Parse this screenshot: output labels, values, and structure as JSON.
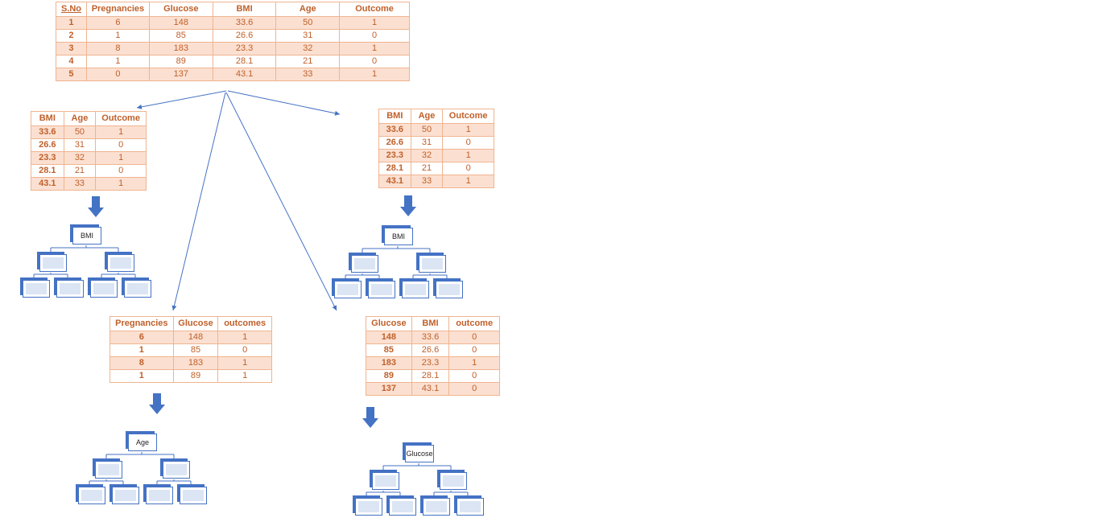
{
  "main_table": {
    "headers": [
      "S.No",
      "Pregnancies",
      "Glucose",
      "BMI",
      "Age",
      "Outcome"
    ],
    "rows": [
      [
        "1",
        "6",
        "148",
        "33.6",
        "50",
        "1"
      ],
      [
        "2",
        "1",
        "85",
        "26.6",
        "31",
        "0"
      ],
      [
        "3",
        "8",
        "183",
        "23.3",
        "32",
        "1"
      ],
      [
        "4",
        "1",
        "89",
        "28.1",
        "21",
        "0"
      ],
      [
        "5",
        "0",
        "137",
        "43.1",
        "33",
        "1"
      ]
    ]
  },
  "subset_top_left": {
    "headers": [
      "BMI",
      "Age",
      "Outcome"
    ],
    "rows": [
      [
        "33.6",
        "50",
        "1"
      ],
      [
        "26.6",
        "31",
        "0"
      ],
      [
        "23.3",
        "32",
        "1"
      ],
      [
        "28.1",
        "21",
        "0"
      ],
      [
        "43.1",
        "33",
        "1"
      ]
    ]
  },
  "subset_top_right": {
    "headers": [
      "BMI",
      "Age",
      "Outcome"
    ],
    "rows": [
      [
        "33.6",
        "50",
        "1"
      ],
      [
        "26.6",
        "31",
        "0"
      ],
      [
        "23.3",
        "32",
        "1"
      ],
      [
        "28.1",
        "21",
        "0"
      ],
      [
        "43.1",
        "33",
        "1"
      ]
    ]
  },
  "subset_bottom_left": {
    "headers": [
      "Pregnancies",
      "Glucose",
      "outcomes"
    ],
    "rows": [
      [
        "6",
        "148",
        "1"
      ],
      [
        "1",
        "85",
        "0"
      ],
      [
        "8",
        "183",
        "1"
      ],
      [
        "1",
        "89",
        "1"
      ]
    ]
  },
  "subset_bottom_right": {
    "headers": [
      "Glucose",
      "BMI",
      "outcome"
    ],
    "rows": [
      [
        "148",
        "33.6",
        "0"
      ],
      [
        "85",
        "26.6",
        "0"
      ],
      [
        "183",
        "23.3",
        "1"
      ],
      [
        "89",
        "28.1",
        "0"
      ],
      [
        "137",
        "43.1",
        "0"
      ]
    ]
  },
  "trees": {
    "tree_1_root": "BMI",
    "tree_2_root": "BMI",
    "tree_3_root": "Age",
    "tree_4_root": "Glucose"
  },
  "colors": {
    "table_text": "#c0602a",
    "table_border": "#f0b490",
    "table_band": "#fbe0d1",
    "arrow_blue": "#4472c4",
    "node_fill": "#dbe5f4"
  }
}
